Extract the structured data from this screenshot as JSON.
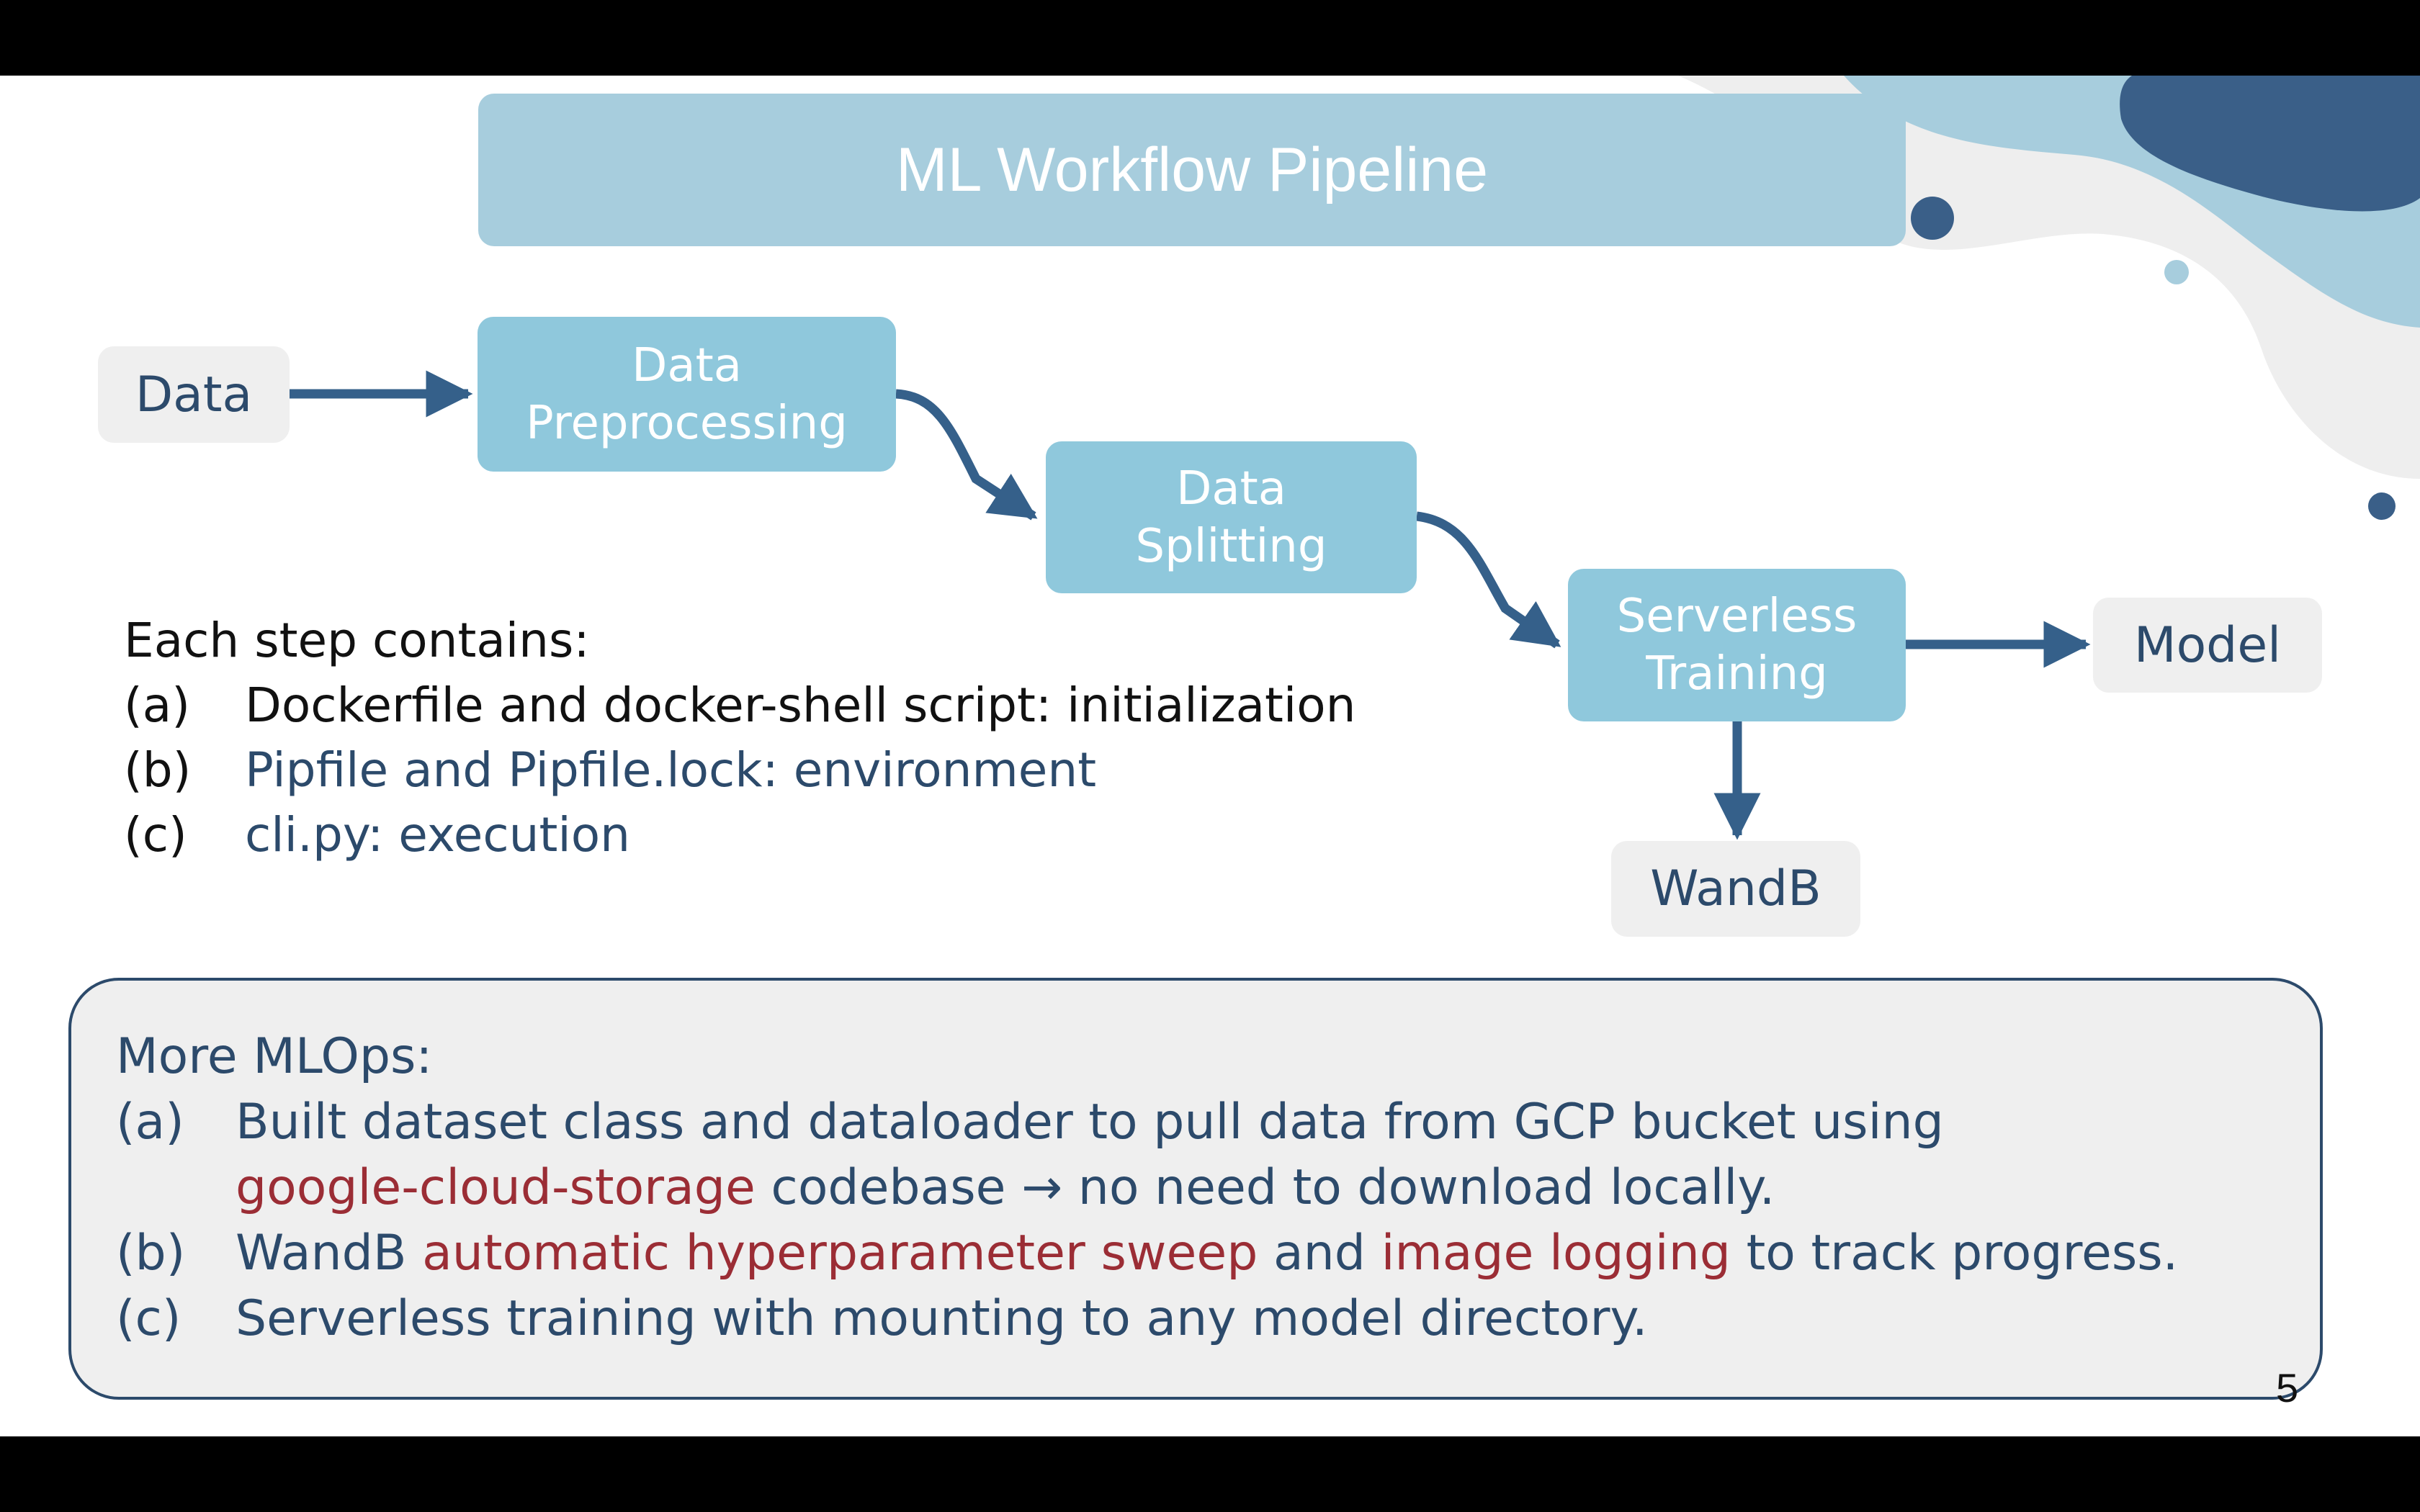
{
  "title": "ML Workflow Pipeline",
  "nodes": {
    "data": "Data",
    "preprocessing": [
      "Data",
      "Preprocessing"
    ],
    "splitting": [
      "Data",
      "Splitting"
    ],
    "training": [
      "Serverless",
      "Training"
    ],
    "model": "Model",
    "wandb": "WandB"
  },
  "steps": {
    "heading": "Each step contains:",
    "items": [
      {
        "marker": "(a)",
        "text": "Dockerfile and docker-shell script: initialization"
      },
      {
        "marker": "(b)",
        "text": "Pipfile and Pipfile.lock: environment"
      },
      {
        "marker": "(c)",
        "text": "cli.py: execution"
      }
    ]
  },
  "mlops": {
    "heading": "More MLOps:",
    "a": {
      "marker": "(a)",
      "line1": "Built dataset class and dataloader to pull data from GCP bucket using",
      "line2_highlight": "google-cloud-storage",
      "line2_rest": " codebase → no need to download locally."
    },
    "b": {
      "marker": "(b)",
      "p1": "WandB ",
      "p2_highlight": "automatic hyperparameter sweep",
      "p3": " and ",
      "p4_highlight": "image logging",
      "p5": " to track progress."
    },
    "c": {
      "marker": "(c)",
      "text": "Serverless training with mounting to any model directory."
    }
  },
  "page_number": "5",
  "colors": {
    "title_bg": "#a7cddd",
    "process_bg": "#8fc8dc",
    "io_bg": "#efefef",
    "arrow": "#35608a",
    "text_blue": "#2c4a6b",
    "highlight_red": "#9b2d35",
    "deco_dark": "#3a5f88",
    "deco_light": "#a7cddd"
  }
}
